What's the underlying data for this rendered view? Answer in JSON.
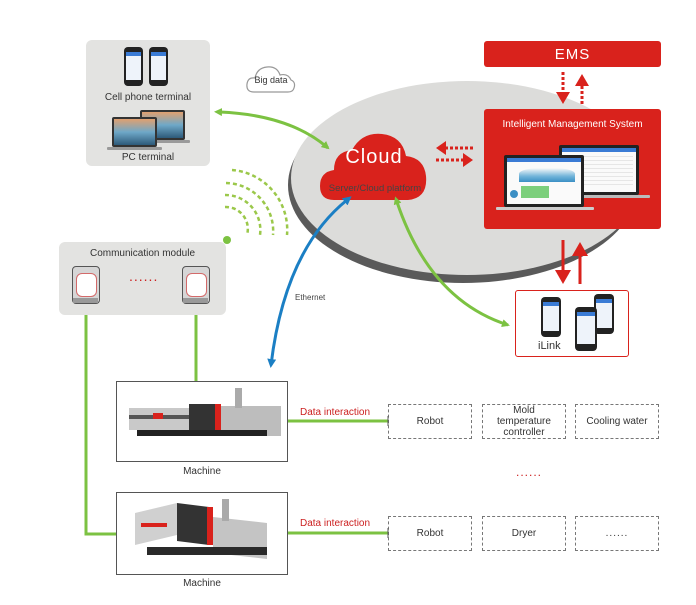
{
  "terminals": {
    "cell_phone_label": "Cell phone terminal",
    "pc_label": "PC terminal"
  },
  "big_data": {
    "label": "Big data"
  },
  "cloud": {
    "title": "Cloud",
    "subtitle": "Server/Cloud platform"
  },
  "ems": {
    "label": "EMS"
  },
  "ims": {
    "label": "Intelligent Management System"
  },
  "ilink": {
    "label": "iLink"
  },
  "comm_module": {
    "label": "Communication module",
    "ellipsis": "......"
  },
  "ethernet": {
    "label": "Ethernet"
  },
  "machines": [
    {
      "label": "Machine",
      "link_label": "Data interaction",
      "peripherals": [
        "Robot",
        "Mold temperature controller",
        "Cooling water"
      ]
    },
    {
      "label": "Machine",
      "link_label": "Data interaction",
      "peripherals": [
        "Robot",
        "Dryer",
        "......"
      ]
    }
  ],
  "middle_ellipsis": "......",
  "colors": {
    "red": "#d9221c",
    "green": "#7cc242",
    "blue": "#1b7fc4",
    "gray_panel": "#e3e3e1",
    "ellipse": "#dcdcda"
  }
}
